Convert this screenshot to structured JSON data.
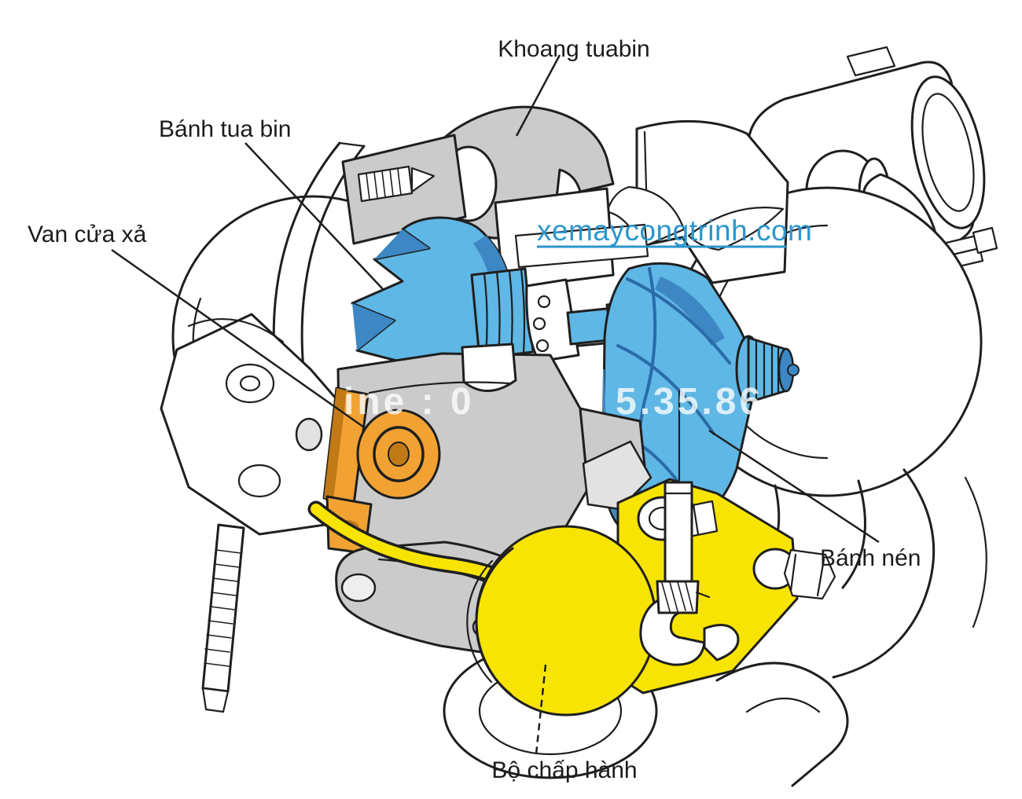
{
  "diagram": {
    "labels": {
      "khoang_tuabin": "Khoang tuabin",
      "banh_tua_bin": "Bánh tua bin",
      "van_cua_xa": "Van cửa xả",
      "banh_nen": "Bánh nén",
      "bo_chap_hanh": "Bộ chấp hành"
    },
    "watermarks": {
      "site": "xemaycongtrinh.com",
      "phone_left": "ine : 0",
      "phone_right": "5.35.86"
    }
  },
  "colors": {
    "outline": "#1f1f1f",
    "label": "#1c1c1c",
    "gray": "#cbcbcb",
    "gray_light": "#e2e2e2",
    "blue": "#5fb7e5",
    "blue_shade": "#3c87c4",
    "blue_deep": "#2a6ba8",
    "orange": "#f1a233",
    "orange_shade": "#c17a16",
    "yellow": "#f8e402",
    "teal": "#2b96cc"
  }
}
